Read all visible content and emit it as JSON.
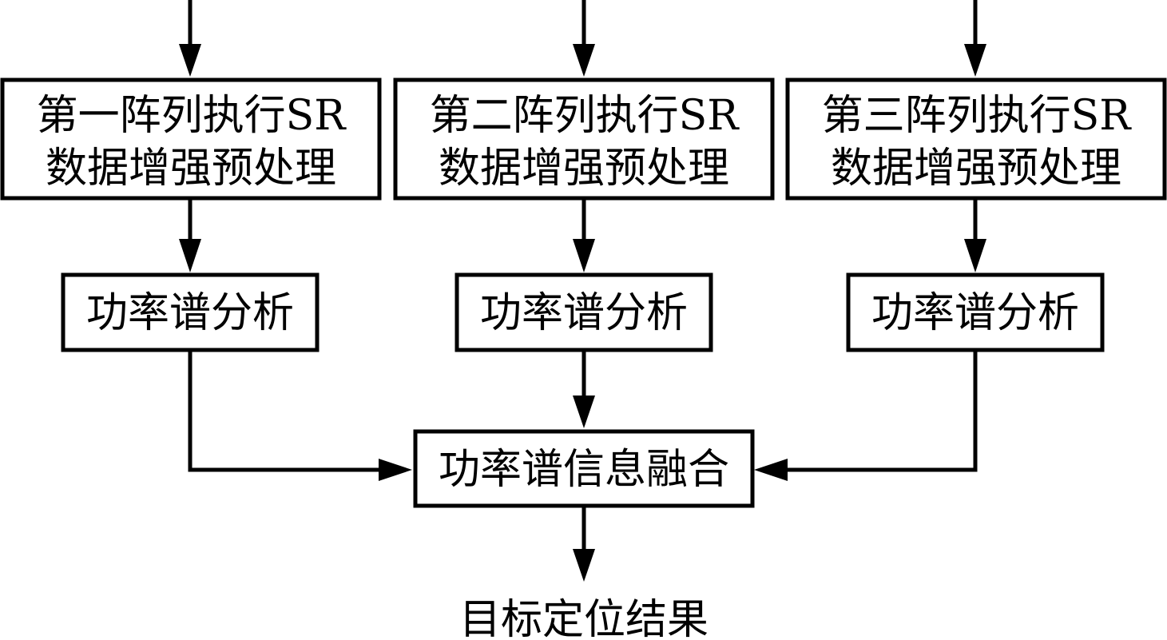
{
  "preprocess": [
    {
      "line1": "第一阵列执行SR",
      "line2": "数据增强预处理"
    },
    {
      "line1": "第二阵列执行SR",
      "line2": "数据增强预处理"
    },
    {
      "line1": "第三阵列执行SR",
      "line2": "数据增强预处理"
    }
  ],
  "analysis": [
    {
      "label": "功率谱分析"
    },
    {
      "label": "功率谱分析"
    },
    {
      "label": "功率谱分析"
    }
  ],
  "fusion": {
    "label": "功率谱信息融合"
  },
  "result": {
    "label": "目标定位结果"
  }
}
